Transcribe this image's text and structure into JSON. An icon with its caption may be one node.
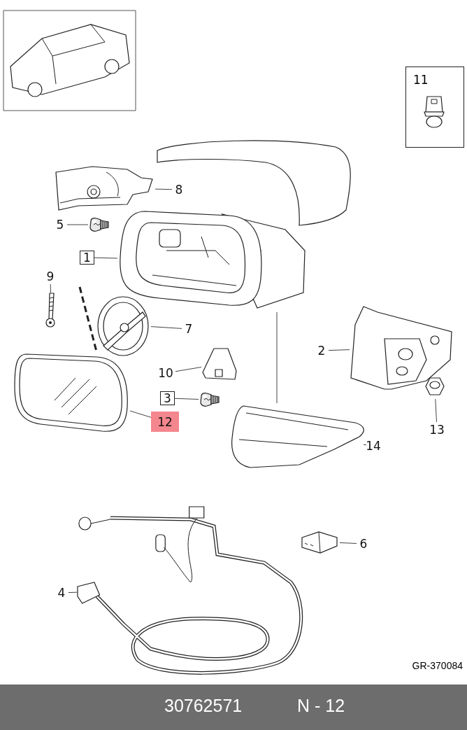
{
  "diagram": {
    "nodes": [
      {
        "text": [
          "11"
        ]
      },
      {
        "text": [
          "8"
        ]
      },
      {
        "text": [],
        "shape": "picture"
      },
      {
        "text": [
          "5"
        ]
      },
      {
        "text": [],
        "shape": "picture"
      },
      {
        "text": [
          "1"
        ]
      },
      {
        "text": [],
        "shape": "picture"
      },
      {
        "text": [
          "9"
        ]
      },
      {
        "text": [],
        "shape": "picture"
      },
      {
        "text": [
          "7"
        ]
      },
      {
        "text": [],
        "shape": "picture"
      },
      {
        "text": [
          "2"
        ]
      },
      {
        "text": [],
        "shape": "picture"
      },
      {
        "text": [
          "10"
        ]
      },
      {
        "text": [],
        "shape": "picture"
      },
      {
        "text": [
          "3"
        ]
      },
      {
        "text": [],
        "shape": "picture"
      },
      {
        "text": [
          "12"
        ]
      },
      {
        "text": [],
        "shape": "picture"
      },
      {
        "text": [
          "13"
        ]
      },
      {
        "text": [],
        "shape": "picture"
      },
      {
        "text": [
          "14"
        ]
      },
      {
        "text": [],
        "shape": "picture"
      },
      {
        "text": [
          "6"
        ]
      },
      {
        "text": [],
        "shape": "picture"
      },
      {
        "text": [
          "4"
        ]
      },
      {
        "text": [],
        "shape": "picture"
      }
    ],
    "edges": [
      {
        "from": 1,
        "to": 2,
        "arrow": "none"
      },
      {
        "from": 3,
        "to": 4,
        "arrow": "none"
      },
      {
        "from": 5,
        "to": 6,
        "arrow": "none"
      },
      {
        "from": 7,
        "to": 8,
        "arrow": "none"
      },
      {
        "from": 9,
        "to": 10,
        "arrow": "none"
      },
      {
        "from": 11,
        "to": 12,
        "arrow": "none"
      },
      {
        "from": 13,
        "to": 14,
        "arrow": "none"
      },
      {
        "from": 15,
        "to": 16,
        "arrow": "none"
      },
      {
        "from": 17,
        "to": 18,
        "arrow": "none"
      },
      {
        "from": 19,
        "to": 20,
        "arrow": "none"
      },
      {
        "from": 21,
        "to": 22,
        "arrow": "none"
      },
      {
        "from": 23,
        "to": 24,
        "arrow": "none"
      },
      {
        "from": 25,
        "to": 26,
        "arrow": "none"
      }
    ],
    "labels": [
      "GR-370084",
      "30762571",
      "N - 12"
    ]
  }
}
